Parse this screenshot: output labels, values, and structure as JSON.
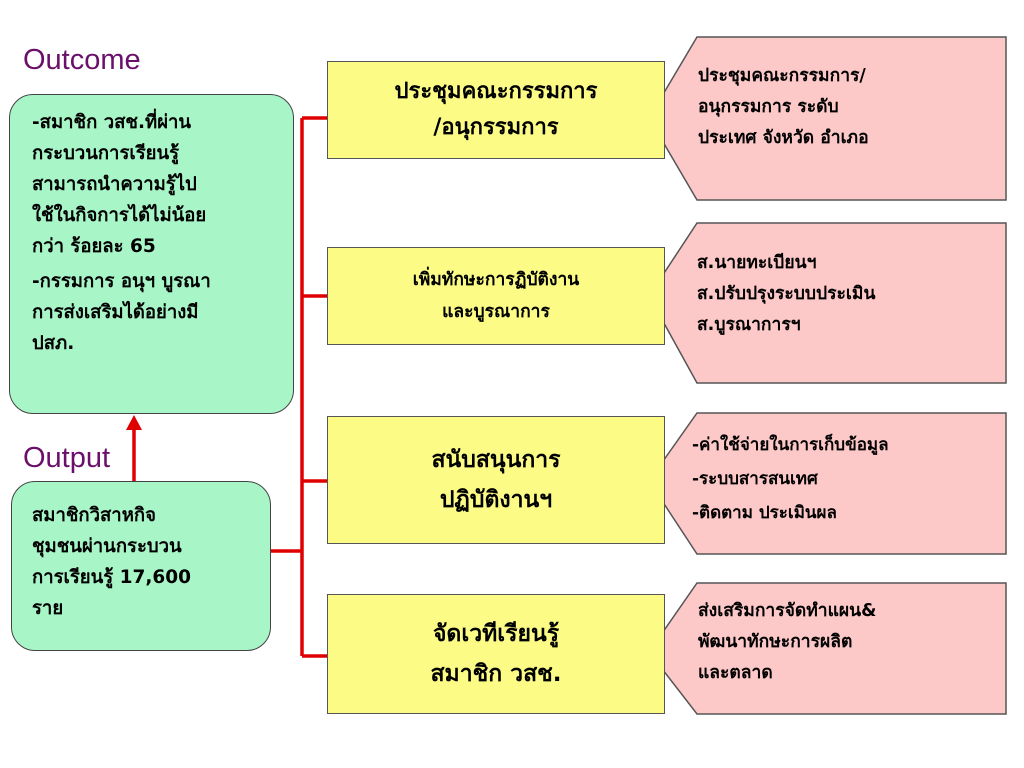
{
  "labels": {
    "outcome": "Outcome",
    "output": "Output"
  },
  "outcome_box": {
    "paragraphs": [
      [
        "-สมาชิก วสช.ที่ผ่าน",
        "กระบวนการเรียนรู้",
        "สามารถนำความรู้ไป",
        "ใช้ในกิจการได้ไม่น้อย",
        "กว่า ร้อยละ 65"
      ],
      [
        "-กรรมการ อนุฯ บูรณา",
        "การส่งเสริมได้อย่างมี",
        "ปสภ."
      ]
    ]
  },
  "output_box": {
    "lines": [
      "สมาชิกวิสาหกิจ",
      "ชุมชนผ่านกระบวน",
      "การเรียนรู้ 17,600",
      "ราย"
    ]
  },
  "activities": [
    {
      "lines": [
        "ประชุมคณะกรรมการ",
        "/อนุกรรมการ"
      ],
      "details": [
        "ประชุมคณะกรรมการ/",
        "อนุกรรมการ ระดับ",
        "ประเทศ  จังหวัด  อำเภอ"
      ]
    },
    {
      "lines": [
        "เพิ่มทักษะการฏิบัติงาน",
        "และบูรณาการ"
      ],
      "details": [
        "ส.นายทะเบียนฯ",
        "ส.ปรับปรุงระบบประเมิน",
        "ส.บูรณาการฯ"
      ]
    },
    {
      "lines": [
        "สนับสนุนการ",
        "ปฏิบัติงานฯ"
      ],
      "details": [
        "-ค่าใช้จ่ายในการเก็บข้อมูล",
        "-ระบบสารสนเทศ",
        "-ติดตาม ประเมินผล"
      ]
    },
    {
      "lines": [
        "จัดเวทีเรียนรู้",
        "สมาชิก วสช."
      ],
      "details": [
        "ส่งเสริมการจัดทำแผน&",
        "พัฒนาทักษะการผลิต",
        "และตลาด"
      ]
    }
  ],
  "colors": {
    "label_purple": "#6b0f6b",
    "green_box": "#a8f5c8",
    "yellow_box": "#fbfb85",
    "pink_callout": "#fcc8c8",
    "connector_red": "#e00000"
  }
}
